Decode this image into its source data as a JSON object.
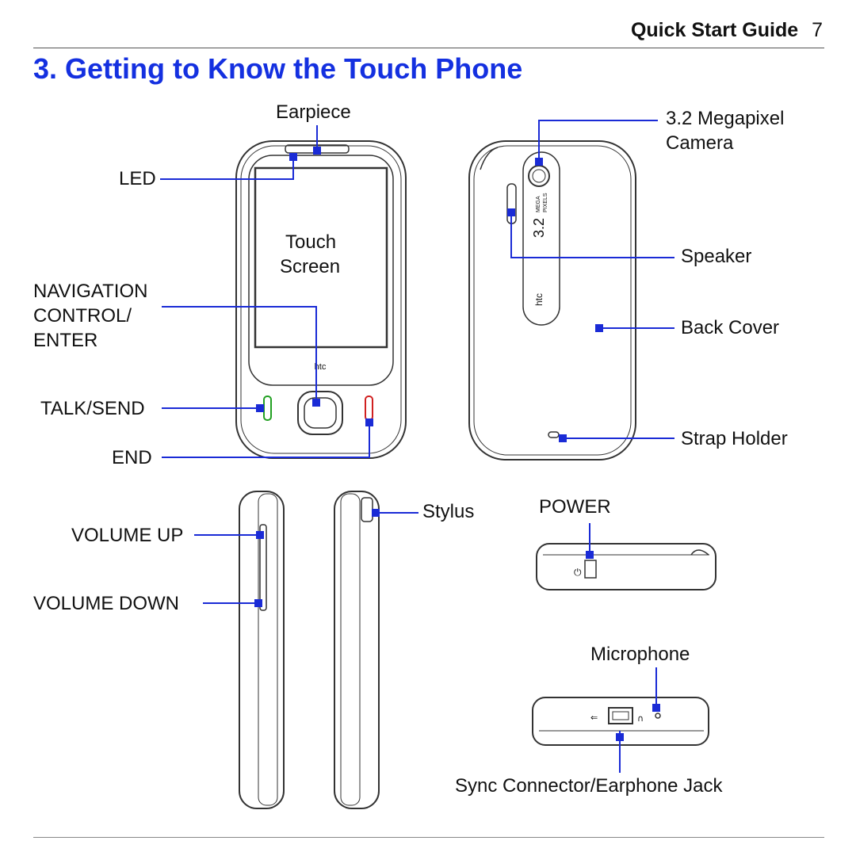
{
  "header": {
    "guide_title": "Quick Start Guide",
    "page_number": "7"
  },
  "section_title": "3.  Getting to Know the Touch Phone",
  "front_labels": {
    "earpiece": "Earpiece",
    "led": "LED",
    "touch_screen_line1": "Touch",
    "touch_screen_line2": "Screen",
    "navigation_line1": "NAVIGATION",
    "navigation_line2": "CONTROL/",
    "navigation_line3": "ENTER",
    "talk_send": "TALK/SEND",
    "end": "END"
  },
  "back_labels": {
    "camera_line1": "3.2 Megapixel",
    "camera_line2": "Camera",
    "speaker": "Speaker",
    "back_cover": "Back Cover",
    "strap_holder": "Strap Holder"
  },
  "side_labels": {
    "volume_up": "VOLUME UP",
    "volume_down": "VOLUME DOWN",
    "stylus": "Stylus"
  },
  "top_bottom_labels": {
    "power": "POWER",
    "microphone": "Microphone",
    "sync_connector": "Sync Connector/Earphone Jack"
  },
  "device_markings": {
    "brand": "htc",
    "camera_text": "3.2",
    "camera_mega": "MEGA",
    "camera_pixels": "PIXELS"
  },
  "colors": {
    "accent": "#1430e0",
    "callout": "#1a2bd6",
    "talk_key": "#22a022",
    "end_key": "#d02020"
  }
}
